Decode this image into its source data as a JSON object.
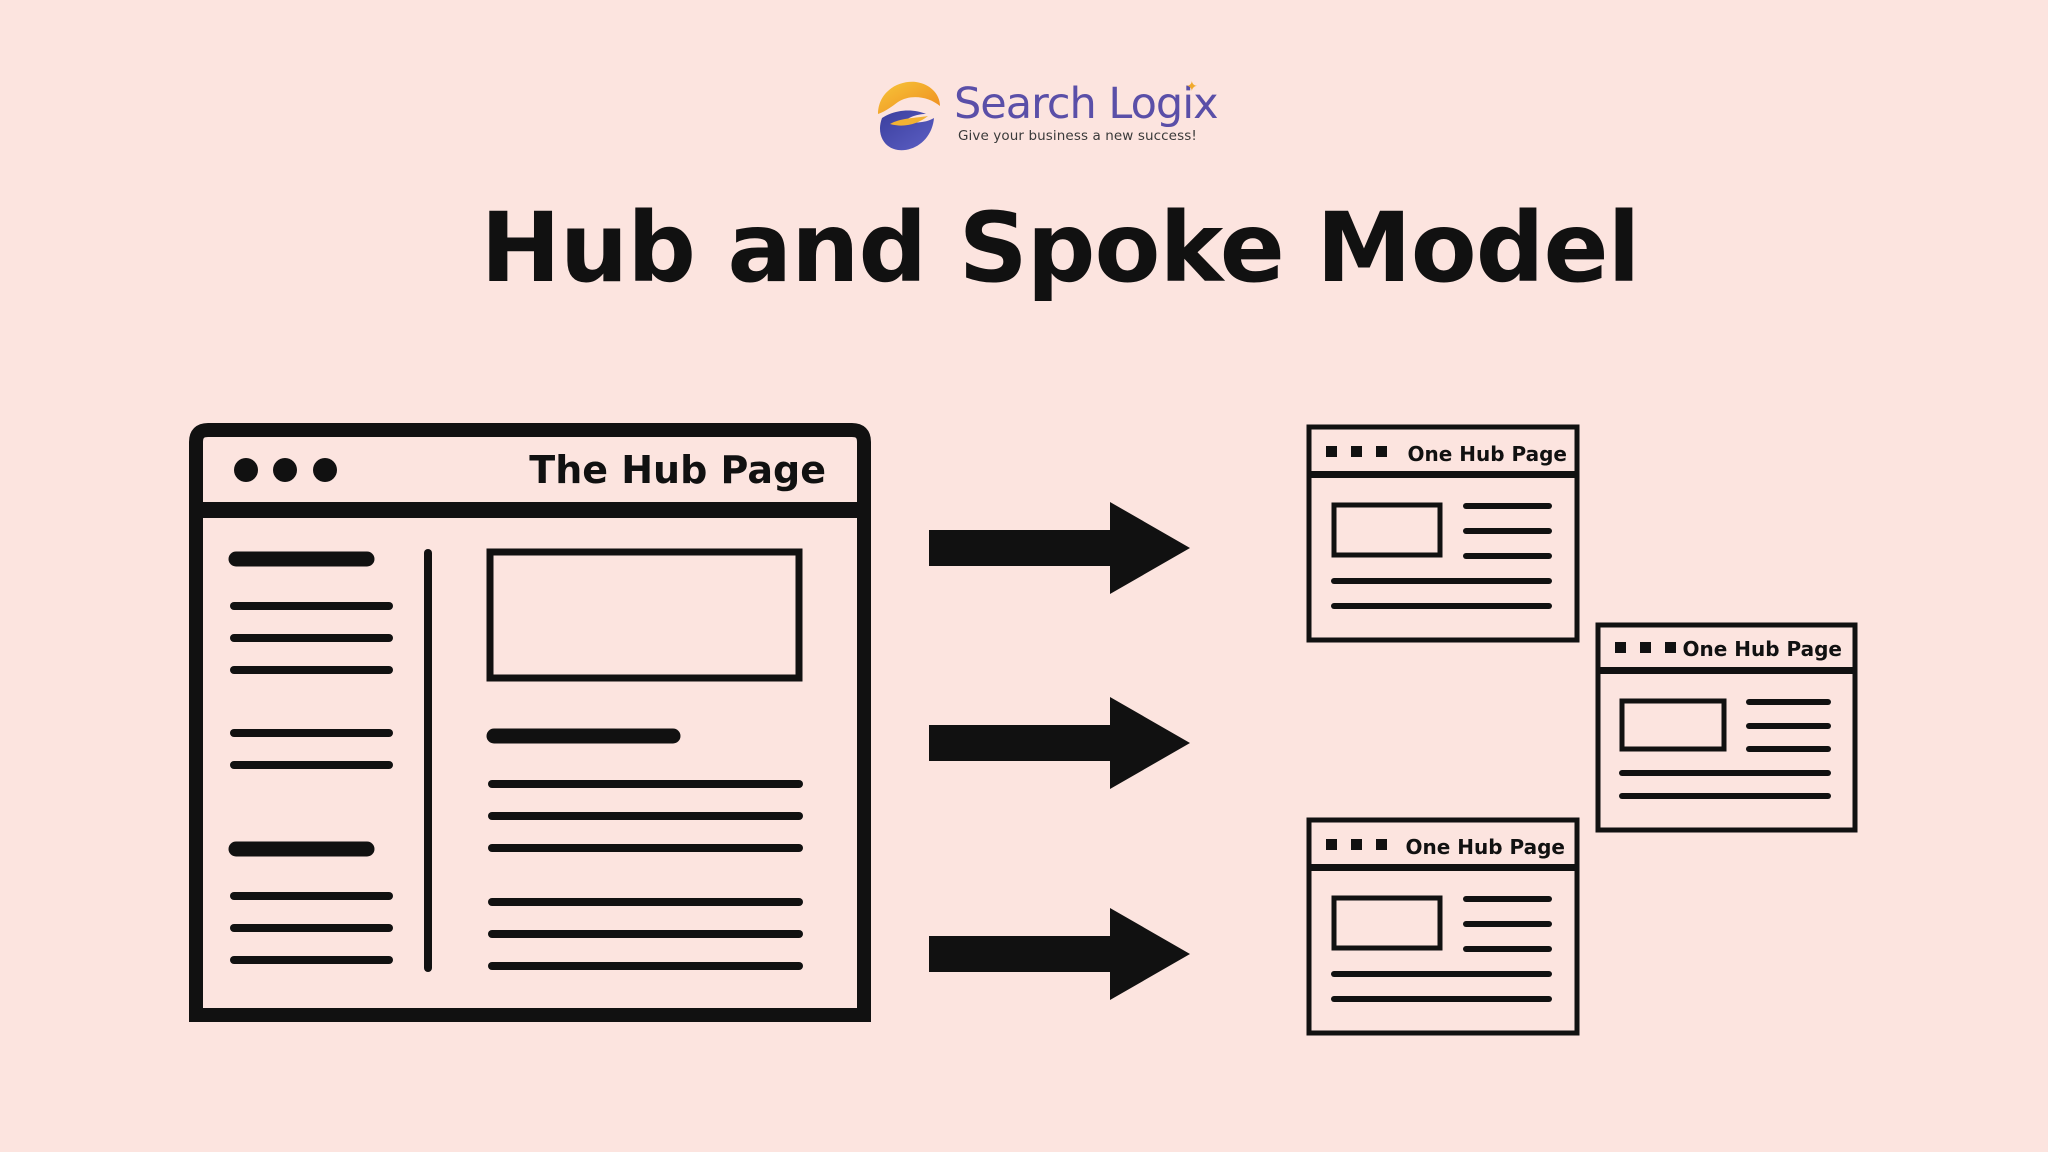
{
  "brand": {
    "name": "Search Logix",
    "tagline": "Give your business a new success!",
    "colors": {
      "primary": "#5a4fa8",
      "accent": "#f0a92c"
    }
  },
  "title": "Hub and Spoke Model",
  "hub": {
    "label": "The Hub Page"
  },
  "spokes": [
    {
      "label": "One Hub Page"
    },
    {
      "label": "One Hub Page"
    },
    {
      "label": "One Hub Page"
    }
  ],
  "colors": {
    "background": "#fce4df",
    "ink": "#111111"
  }
}
